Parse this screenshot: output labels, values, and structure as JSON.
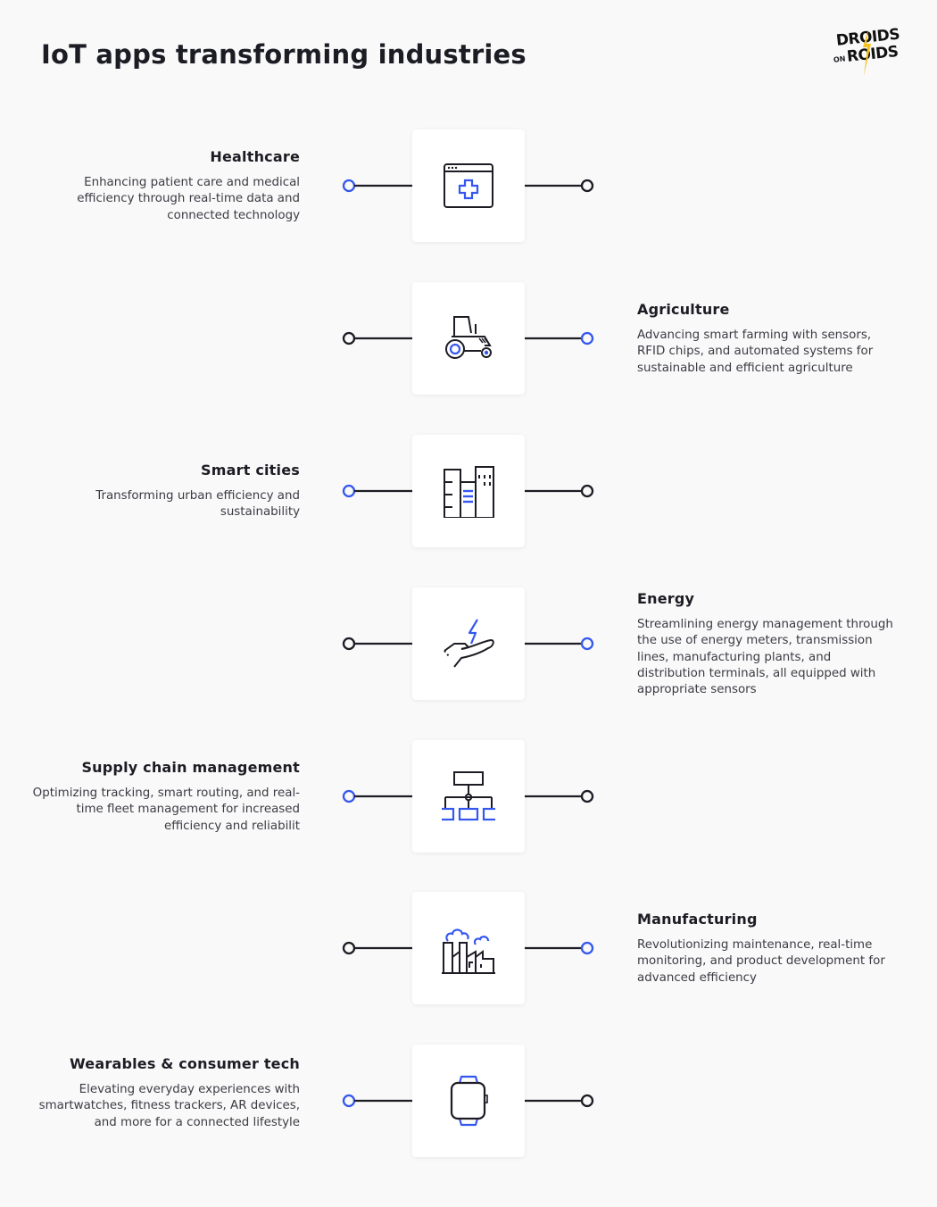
{
  "title": "IoT apps transforming industries",
  "logo": {
    "line1": "DROIDS",
    "line2": "ROIDS",
    "small": "ON"
  },
  "colors": {
    "accent": "#3457ef",
    "dark": "#1c1c24",
    "card": "#ffffff",
    "background": "#f9f9f9"
  },
  "industries": [
    {
      "name": "Healthcare",
      "description": "Enhancing patient care and medical efficiency through real-time data and connected technology",
      "icon": "medical-browser-icon",
      "side": "left"
    },
    {
      "name": "Agriculture",
      "description": "Advancing smart farming with sensors, RFID chips, and automated systems for sustainable and efficient agriculture",
      "icon": "tractor-icon",
      "side": "right"
    },
    {
      "name": "Smart cities",
      "description": "Transforming urban efficiency and sustainability",
      "icon": "city-buildings-icon",
      "side": "left"
    },
    {
      "name": "Energy",
      "description": "Streamlining energy management through the use of energy meters, transmission lines, manufacturing plants, and distribution terminals, all equipped with appropriate sensors",
      "icon": "hand-lightning-icon",
      "side": "right"
    },
    {
      "name": "Supply chain management",
      "description": "Optimizing tracking, smart routing, and real-time fleet management for increased efficiency and reliabilit",
      "icon": "hierarchy-network-icon",
      "side": "left"
    },
    {
      "name": "Manufacturing",
      "description": "Revolutionizing maintenance, real-time monitoring, and product development for advanced efficiency",
      "icon": "factory-icon",
      "side": "right"
    },
    {
      "name": "Wearables & consumer tech",
      "description": "Elevating everyday experiences with smartwatches, fitness trackers, AR devices, and more for a connected lifestyle",
      "icon": "smartwatch-icon",
      "side": "left"
    }
  ]
}
